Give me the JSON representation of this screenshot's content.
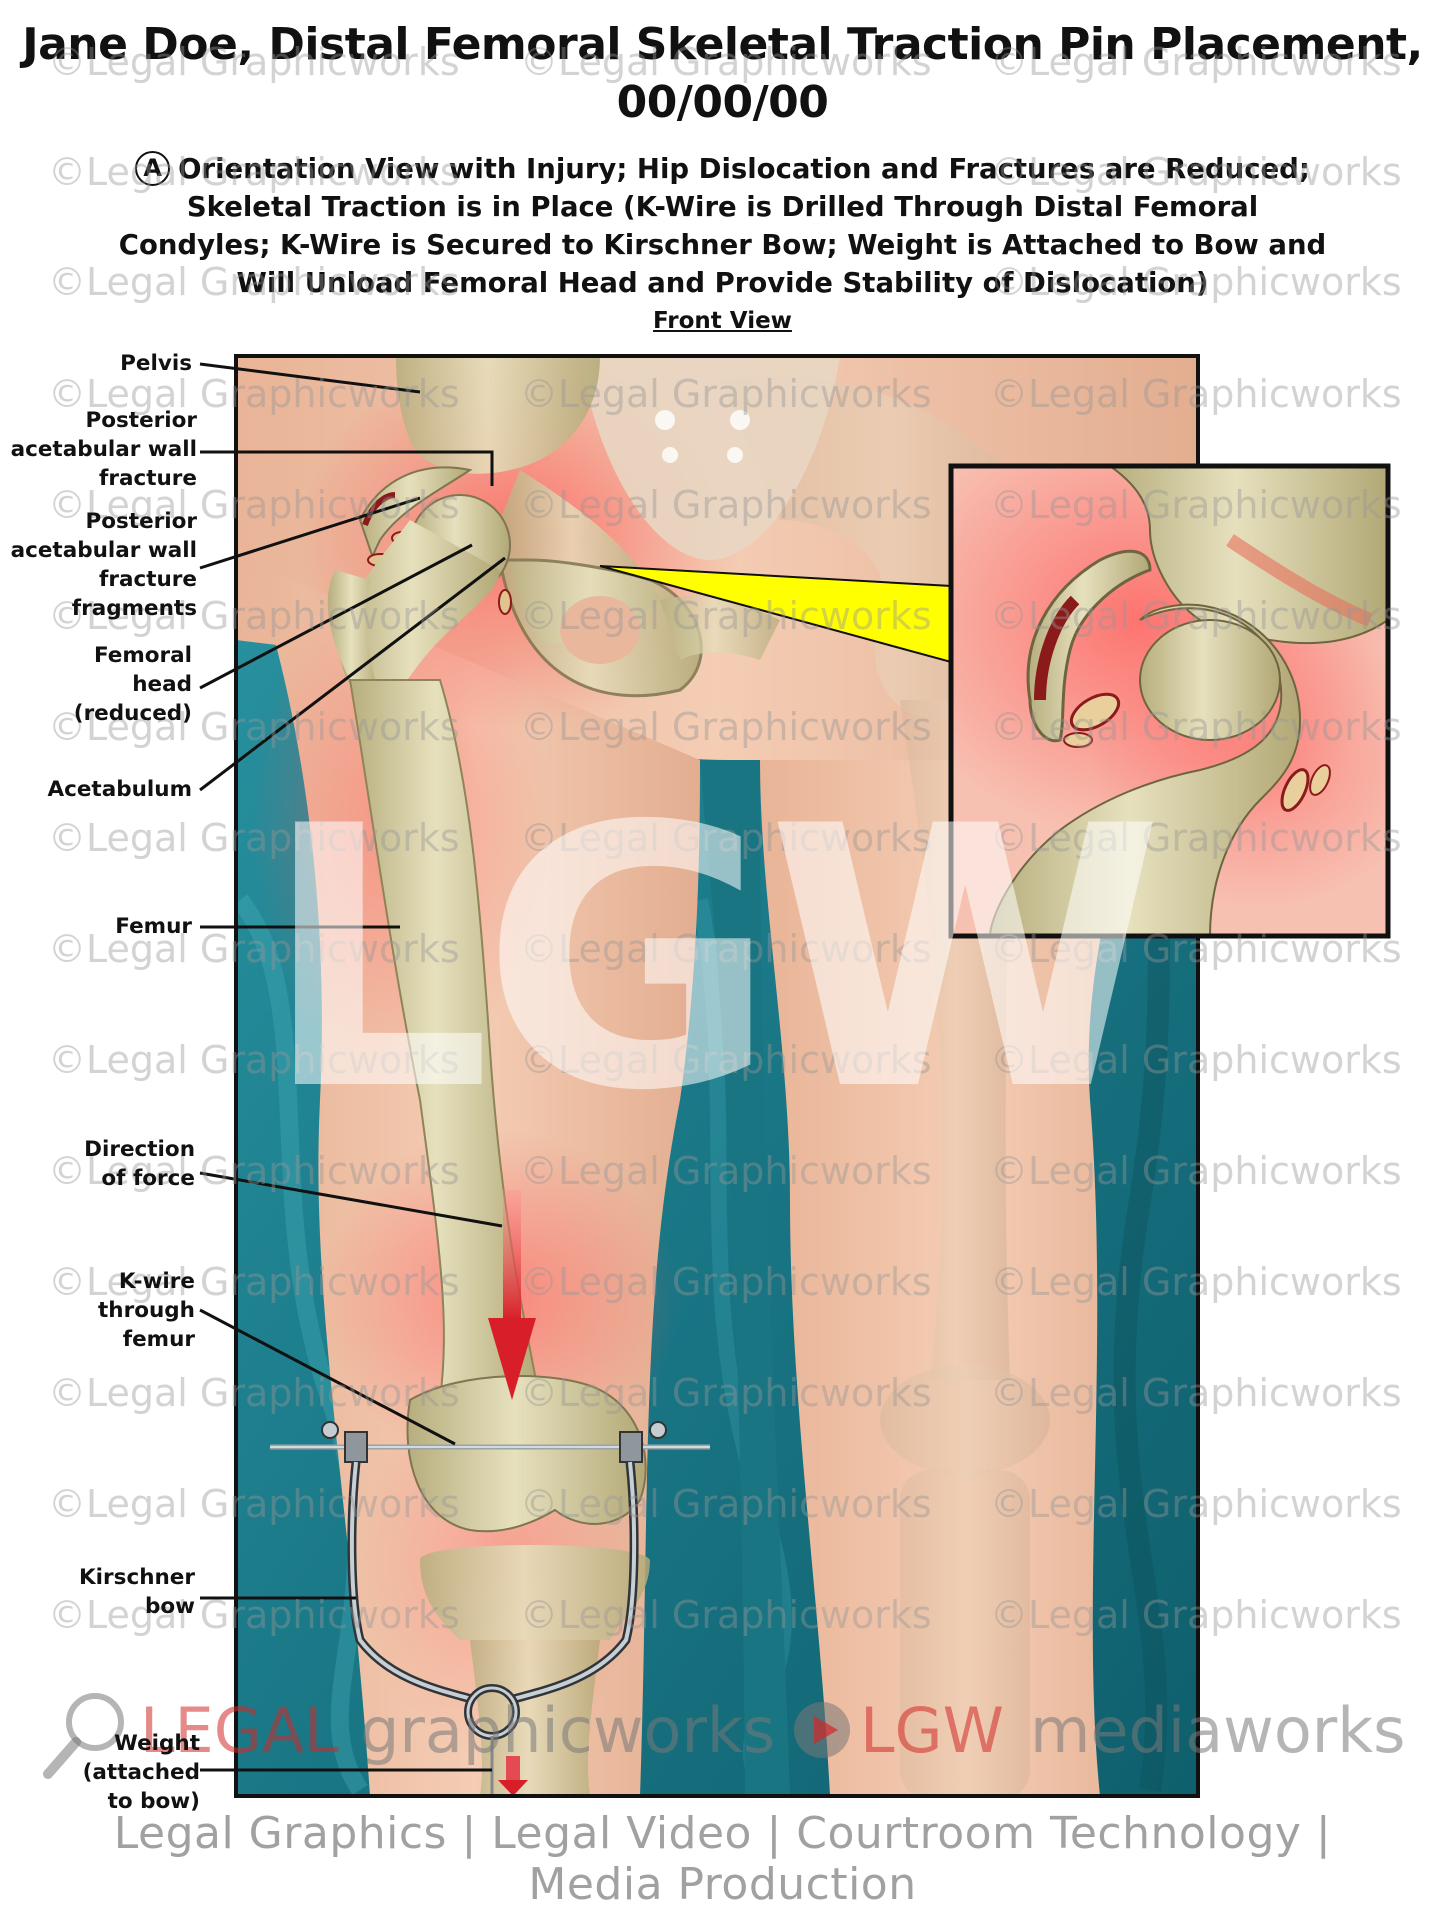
{
  "title": "Jane Doe, Distal Femoral Skeletal Traction Pin Placement, 00/00/00",
  "panel_marker": "A",
  "description": "Orientation View with Injury; Hip Dislocation and Fractures are Reduced; Skeletal Traction is in Place (K-Wire is Drilled Through Distal Femoral Condyles; K-Wire is Secured to Kirschner Bow; Weight is Attached to Bow and Will Unload Femoral Head and Provide Stability of Dislocation)",
  "view_label": "Front View",
  "labels": {
    "pelvis": "Pelvis",
    "posterior_wall_fracture": "Posterior acetabular wall fracture",
    "posterior_wall_fragments": "Posterior acetabular wall fracture fragments",
    "femoral_head": "Femoral head (reduced)",
    "acetabulum": "Acetabulum",
    "femur": "Femur",
    "direction_of_force": "Direction of force",
    "k_wire": "K-wire through femur",
    "kirschner_bow": "Kirschner bow",
    "weight": "Weight (attached to bow)"
  },
  "watermark": {
    "text": "©Legal Graphicworks",
    "logo": "LGW",
    "brand_legal": "LEGAL",
    "brand_graphicworks": "graphicworks",
    "brand_lgw": "LGW",
    "brand_mediaworks": "mediaworks",
    "tagline": "Legal Graphics | Legal Video | Courtroom Technology | Media Production"
  },
  "colors": {
    "background_teal": "#1f7f8e",
    "skin": "#f0c4a8",
    "bone": "#d8d2a8",
    "inflammation": "#ff6b6b",
    "callout": "#ffff00",
    "arrow": "#d8202a"
  }
}
